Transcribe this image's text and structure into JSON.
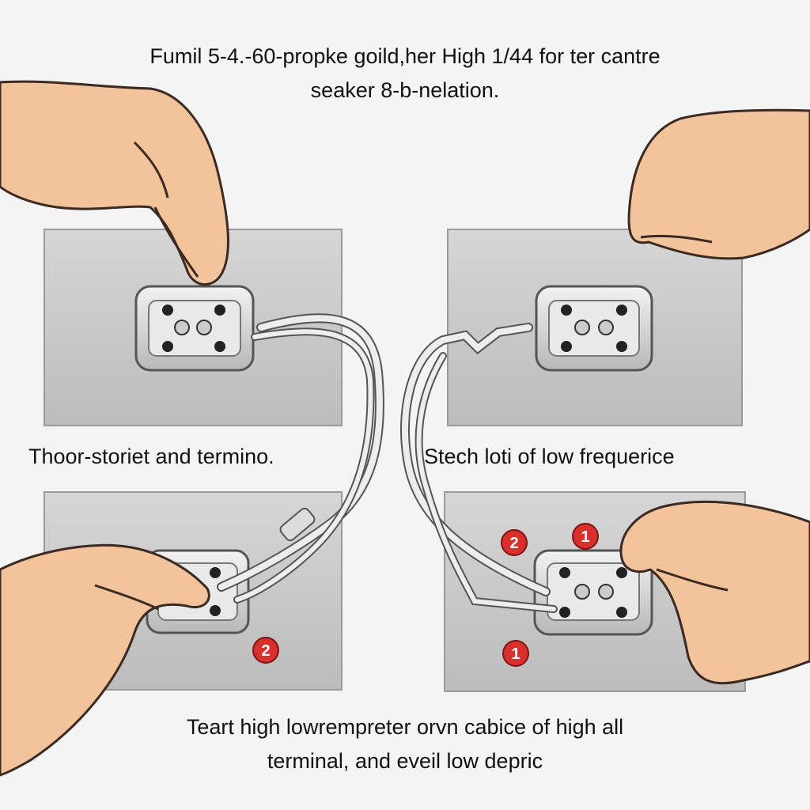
{
  "title": {
    "line1": "Fumil 5-4.-60-propke goild,her High 1/44 for ter cantre",
    "line2": "seaker 8-b-nelation."
  },
  "panel_labels": {
    "top_left": "Thoor-storiet and termino.",
    "top_right": "Stech loti of low frequerice"
  },
  "bottom_caption": {
    "line1": "Teart high lowrempreter orvn cabice of high all",
    "line2": "terminal, and eveil low depric"
  },
  "markers": [
    "2",
    "1",
    "1",
    "2"
  ],
  "colors": {
    "background": "#f4f4f4",
    "panel": "#c8c8c8",
    "panel_border": "#9a9a9a",
    "skin": "#f3c39c",
    "skin_outline": "#3a2a22",
    "cable": "#e6e6e6",
    "marker": "#d9302b"
  },
  "icons": [
    "hand-icon",
    "terminal-block-icon",
    "cable-icon",
    "number-marker-icon"
  ]
}
